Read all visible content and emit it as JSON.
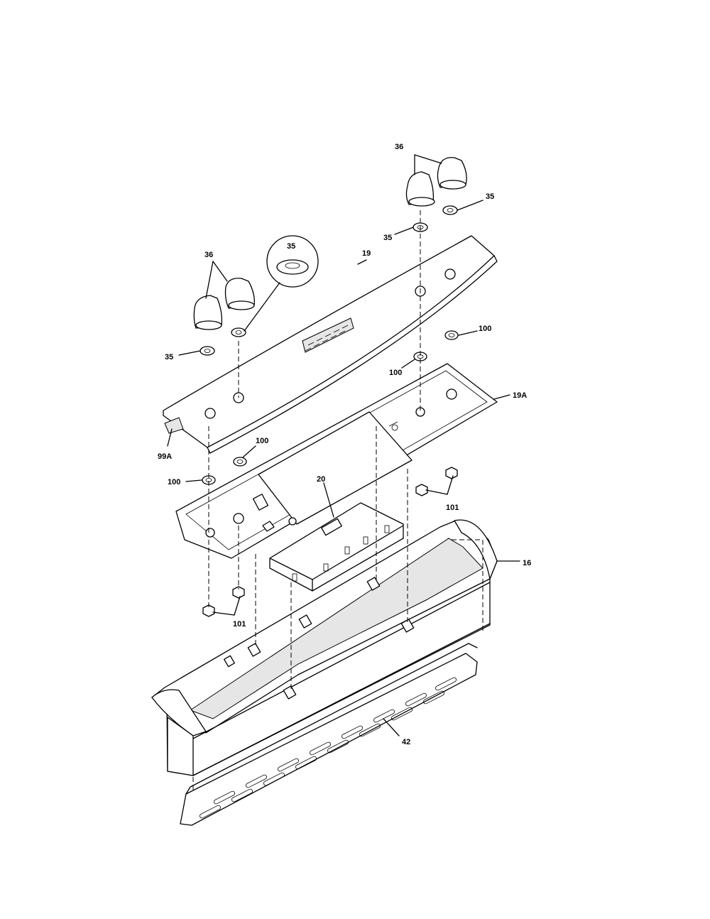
{
  "labels": {
    "l36a": "36",
    "l36b": "36",
    "l35_tr": "35",
    "l35_mid": "35",
    "l35_circle": "35",
    "l35_left": "35",
    "l19": "19",
    "l100_r": "100",
    "l100_mid": "100",
    "l19A": "19A",
    "l99A": "99A",
    "l100_c": "100",
    "l100_l": "100",
    "l20": "20",
    "l101_r": "101",
    "l16": "16",
    "l101_l": "101",
    "l42": "42"
  },
  "colors": {
    "line": "#000000",
    "background": "#ffffff"
  }
}
